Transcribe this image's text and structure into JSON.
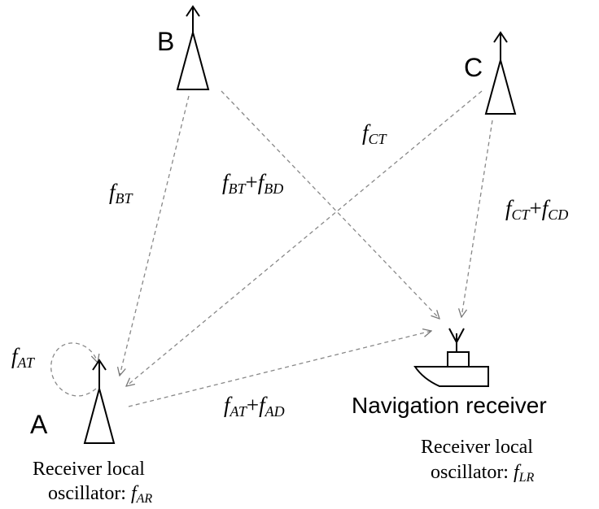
{
  "stations": {
    "A": {
      "label": "A",
      "caption_line1": "Receiver local",
      "caption_line2_prefix": "oscillator: ",
      "caption_f": "f",
      "caption_sub": "AR"
    },
    "B": {
      "label": "B"
    },
    "C": {
      "label": "C"
    }
  },
  "receiver": {
    "label": "Navigation receiver",
    "caption_line1": "Receiver local",
    "caption_line2_prefix": "oscillator: ",
    "caption_f": "f",
    "caption_sub": "LR"
  },
  "signals": {
    "f_AT": {
      "f": "f",
      "sub": "AT"
    },
    "f_BT": {
      "f": "f",
      "sub": "BT"
    },
    "f_CT": {
      "f": "f",
      "sub": "CT"
    },
    "f_BT_BD": {
      "f1": "f",
      "sub1": "BT",
      "plus": "+",
      "f2": "f",
      "sub2": "BD"
    },
    "f_CT_CD": {
      "f1": "f",
      "sub1": "CT",
      "plus": "+",
      "f2": "f",
      "sub2": "CD"
    },
    "f_AT_AD": {
      "f1": "f",
      "sub1": "AT",
      "plus": "+",
      "f2": "f",
      "sub2": "AD"
    }
  },
  "colors": {
    "line": "#000000",
    "dashed": "#888888"
  }
}
